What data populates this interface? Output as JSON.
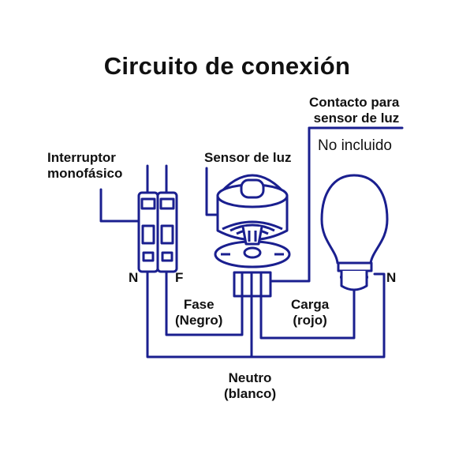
{
  "title": "Circuito de conexión",
  "labels": {
    "switch_line1": "Interruptor",
    "switch_line2": "monofásico",
    "sensor": "Sensor de luz",
    "contact_line1": "Contacto para",
    "contact_line2": "sensor de luz",
    "contact_note": "No incluido",
    "neutral_left": "N",
    "phase": "F",
    "neutral_right": "N",
    "fase_line1": "Fase",
    "fase_line2": "(Negro)",
    "carga_line1": "Carga",
    "carga_line2": "(rojo)",
    "neutro_line1": "Neutro",
    "neutro_line2": "(blanco)"
  },
  "colors": {
    "wire": "#1a1f8f",
    "outline": "#1a1f8f",
    "fill": "#ffffff"
  }
}
